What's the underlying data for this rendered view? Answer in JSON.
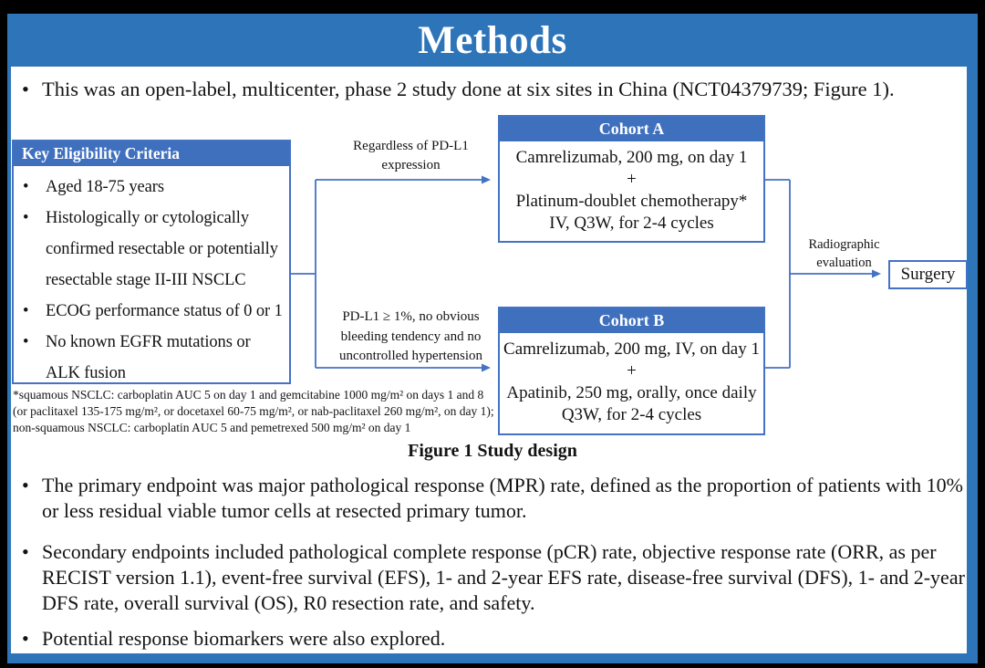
{
  "colors": {
    "title_bar_blue": "#2E74B8",
    "box_header_blue": "#3F70BE",
    "connector_blue": "#4472C4",
    "text_black": "#131313"
  },
  "title": "Methods",
  "bullet_char": "•",
  "intro_bullet": "This was an open-label, multicenter, phase 2 study done at six sites in China (NCT04379739; Figure 1).",
  "figure": {
    "eligibility": {
      "title": "Key  Eligibility Criteria",
      "items": [
        "Aged 18-75 years",
        "Histologically or cytologically\nconfirmed resectable or potentially\nresectable stage II-III  NSCLC",
        "ECOG performance status of 0 or 1",
        "No known EGFR mutations or\nALK fusion"
      ]
    },
    "branch_top_label": "Regardless  of PD-L1\nexpression",
    "branch_bottom_label": "PD-L1 ≥ 1%, no obvious\nbleeding  tendency  and no\nuncontrolled  hypertension",
    "cohort_a": {
      "title": "Cohort A",
      "lines": [
        "Camrelizumab, 200 mg, on day 1",
        "+",
        "Platinum-doublet chemotherapy*",
        "IV, Q3W, for 2-4 cycles"
      ]
    },
    "cohort_b": {
      "title": "Cohort B",
      "lines": [
        "Camrelizumab, 200 mg, IV, on day 1",
        "+",
        "Apatinib, 250 mg, orally, once daily",
        "Q3W, for 2-4 cycles"
      ]
    },
    "evaluation_label": "Radiographic\nevaluation",
    "surgery_label": "Surgery",
    "footnote": "*squamous NSCLC: carboplatin AUC 5 on day 1 and gemcitabine 1000 mg/m² on days 1 and 8 (or paclitaxel 135-175 mg/m², or docetaxel 60-75 mg/m², or nab-paclitaxel 260 mg/m², on day 1); non-squamous NSCLC: carboplatin AUC 5 and pemetrexed 500 mg/m² on day 1",
    "caption": "Figure 1 Study design"
  },
  "endpoint_bullets": [
    "The primary endpoint was major pathological response (MPR) rate, defined as the proportion of patients with 10% or less residual viable tumor cells at resected primary tumor.",
    "Secondary endpoints included pathological complete response (pCR) rate, objective response rate (ORR, as per RECIST version 1.1), event-free survival (EFS), 1- and 2-year EFS rate, disease-free survival (DFS), 1- and 2-year DFS rate, overall survival (OS), R0 resection rate, and safety.",
    "Potential response biomarkers were also explored."
  ]
}
